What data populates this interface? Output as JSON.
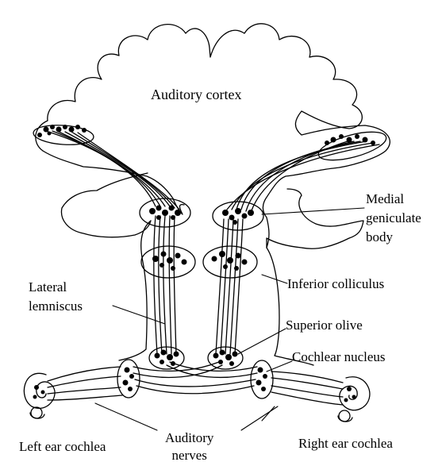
{
  "labels": {
    "auditory_cortex": "Auditory cortex",
    "medial_geniculate_body": [
      "Medial",
      "geniculate",
      "body"
    ],
    "lateral_lemniscus": [
      "Lateral",
      "lemniscus"
    ],
    "inferior_colliculus": "Inferior colliculus",
    "superior_olive": "Superior olive",
    "cochlear_nucleus": "Cochlear nucleus",
    "left_ear_cochlea": "Left ear cochlea",
    "auditory_nerves": [
      "Auditory",
      "nerves"
    ],
    "right_ear_cochlea": "Right ear cochlea"
  },
  "colors": {
    "line": "#000000",
    "background": "#ffffff"
  }
}
